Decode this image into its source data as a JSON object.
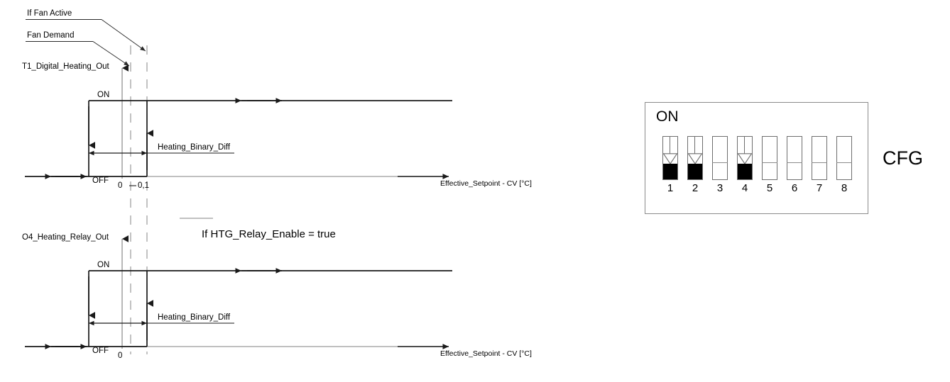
{
  "diagram": {
    "title_present": false,
    "charts": [
      {
        "id": "digital-heating-out",
        "signal_label": "T1_Digital_Heating_Out",
        "y_labels": {
          "high": "ON",
          "low": "OFF"
        },
        "x_axis_label": "Effective_Setpoint - CV [°C]",
        "x_ticks": [
          "0",
          "0,1"
        ],
        "dimension_label": "Heating_Binary_Diff",
        "callouts": [
          {
            "text": "If Fan Active",
            "target": "fan-active-line"
          },
          {
            "text": "Fan Demand",
            "target": "fan-demand-line"
          }
        ]
      },
      {
        "id": "heating-relay-out",
        "signal_label": "O4_Heating_Relay_Out",
        "y_labels": {
          "high": "ON",
          "low": "OFF"
        },
        "x_axis_label": "Effective_Setpoint - CV [°C]",
        "x_ticks": [
          "0"
        ],
        "dimension_label": "Heating_Binary_Diff",
        "callouts": []
      }
    ],
    "condition_note": "If HTG_Relay_Enable = true"
  },
  "dip": {
    "on_label": "ON",
    "cfg_label": "CFG",
    "switches": [
      {
        "number": "1",
        "state": "on"
      },
      {
        "number": "2",
        "state": "on"
      },
      {
        "number": "3",
        "state": "off"
      },
      {
        "number": "4",
        "state": "on"
      },
      {
        "number": "5",
        "state": "off"
      },
      {
        "number": "6",
        "state": "off"
      },
      {
        "number": "7",
        "state": "off"
      },
      {
        "number": "8",
        "state": "off"
      }
    ]
  },
  "colors": {
    "line": "#1a1a1a",
    "guide": "#9a9a9a",
    "dash": "#9a9a9a",
    "box_border": "#8a8a8a",
    "fill_on": "#000000",
    "background": "#ffffff"
  }
}
